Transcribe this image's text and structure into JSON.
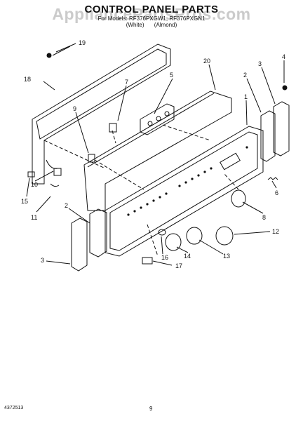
{
  "watermark": "AppliancePartsPros.com",
  "header": {
    "title": "CONTROL PANEL PARTS",
    "models": "For Models: RF376PXGW1, RF376PXGN1",
    "color_white": "(White)",
    "color_almond": "(Almond)"
  },
  "callouts": [
    "19",
    "18",
    "7",
    "5",
    "20",
    "4",
    "2",
    "3",
    "9",
    "1",
    "6",
    "15",
    "10",
    "11",
    "8",
    "2",
    "12",
    "3",
    "14",
    "13",
    "16",
    "17"
  ],
  "footer": {
    "part_number": "4372513",
    "page": "9"
  }
}
